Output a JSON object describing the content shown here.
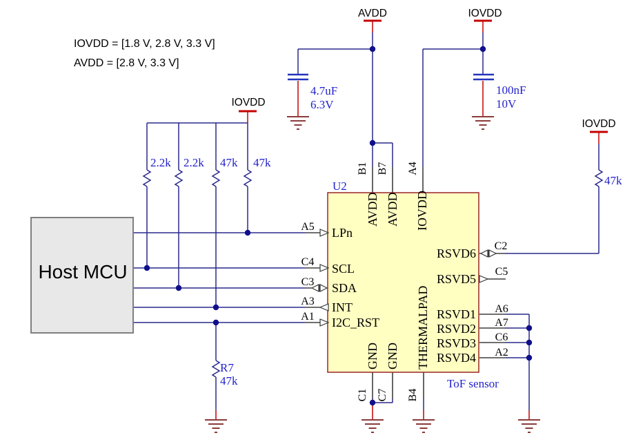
{
  "figure": {
    "type": "schematic",
    "description": "ToF sensor application circuit with Host MCU"
  },
  "notes": {
    "line1": "IOVDD = [1.8 V, 2.8 V, 3.3 V]",
    "line2": "AVDD = [2.8 V, 3.3 V]"
  },
  "nets": {
    "avdd": "AVDD",
    "iovdd": "IOVDD"
  },
  "host_mcu": {
    "label": "Host MCU"
  },
  "chip": {
    "refdes": "U2",
    "comment": "ToF sensor",
    "left_pins": [
      {
        "designator": "A5",
        "name": "LPn",
        "direction": "in"
      },
      {
        "designator": "C4",
        "name": "SCL",
        "direction": "in"
      },
      {
        "designator": "C3",
        "name": "SDA",
        "direction": "bidirectional"
      },
      {
        "designator": "A3",
        "name": "INT",
        "direction": "out"
      },
      {
        "designator": "A1",
        "name": "I2C_RST",
        "direction": "in"
      }
    ],
    "top_pins": [
      {
        "designator": "B1",
        "name": "AVDD"
      },
      {
        "designator": "B7",
        "name": "AVDD"
      },
      {
        "designator": "A4",
        "name": "IOVDD"
      }
    ],
    "bottom_pins": [
      {
        "designator": "C1",
        "name": "GND"
      },
      {
        "designator": "C7",
        "name": "GND"
      },
      {
        "designator": "B4",
        "name": "THERMALPAD"
      }
    ],
    "right_pins": [
      {
        "designator": "C2",
        "name": "RSVD6",
        "direction": "bidirectional"
      },
      {
        "designator": "C5",
        "name": "RSVD5",
        "direction": "out"
      },
      {
        "designator": "A6",
        "name": "RSVD1"
      },
      {
        "designator": "A7",
        "name": "RSVD2"
      },
      {
        "designator": "C6",
        "name": "RSVD3"
      },
      {
        "designator": "A2",
        "name": "RSVD4"
      }
    ]
  },
  "resistors": {
    "pullups": [
      {
        "value": "2.2k"
      },
      {
        "value": "2.2k"
      },
      {
        "value": "47k"
      },
      {
        "value": "47k"
      }
    ],
    "r7": {
      "refdes": "R7",
      "value": "47k"
    },
    "rsvd6_pullup": {
      "value": "47k"
    }
  },
  "capacitors": {
    "avdd": {
      "value": "4.7uF",
      "rating": "6.3V"
    },
    "iovdd": {
      "value": "100nF",
      "rating": "10V"
    }
  },
  "colors": {
    "wire": "#28288C",
    "pin_stub": "#3F3F3F",
    "power": "#C40000",
    "ground": "#8B3A3A",
    "junction": "#10108C",
    "chip_fill": "#FFFFC2",
    "chip_border": "#A03232",
    "mcu_fill": "#E8E8E8",
    "mcu_border": "#7F7F7F",
    "value_text": "#2222CC",
    "cap_plate": "#2233BB"
  }
}
